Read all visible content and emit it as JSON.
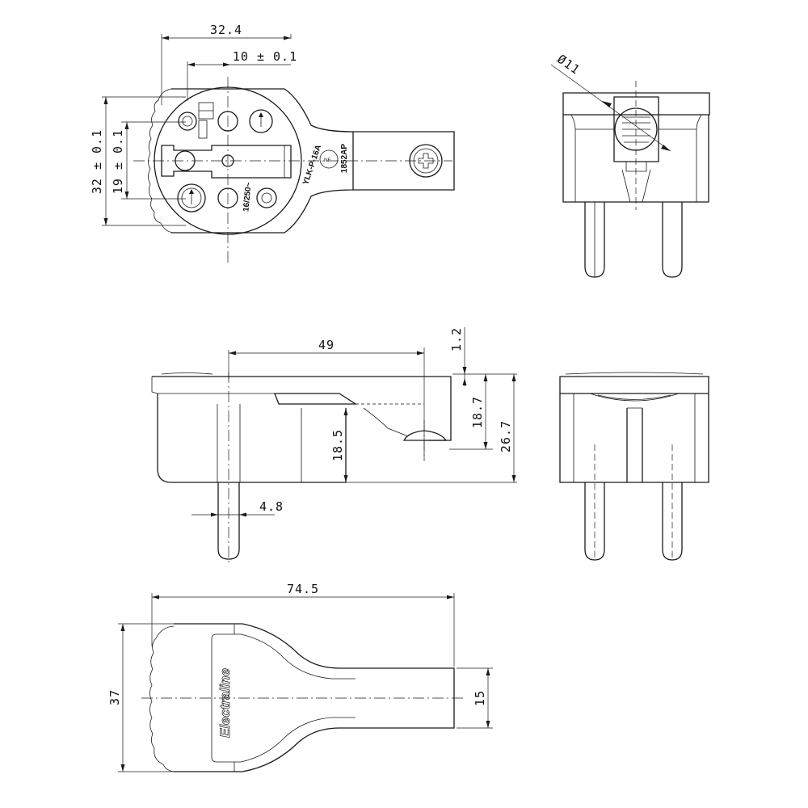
{
  "top_view": {
    "dim_width": "32.4",
    "dim_pin_spacing": "10 ± 0.1",
    "dim_height": "32 ± 0.1",
    "dim_inner": "19 ± 0.1",
    "model_label": "YLK-P-16A",
    "rating_label": "16/250~",
    "code_label": "1852AP"
  },
  "end_view": {
    "dim_hole": "Ø11"
  },
  "side_view": {
    "dim_length": "49",
    "dim_gap": "1.2",
    "dim_depth": "18.7",
    "dim_total_height": "26.7",
    "dim_body": "18.5",
    "dim_pin": "4.8"
  },
  "bottom_view": {
    "dim_overall_length": "74.5",
    "dim_width": "37",
    "dim_neck": "15",
    "brand": "Electraline"
  }
}
